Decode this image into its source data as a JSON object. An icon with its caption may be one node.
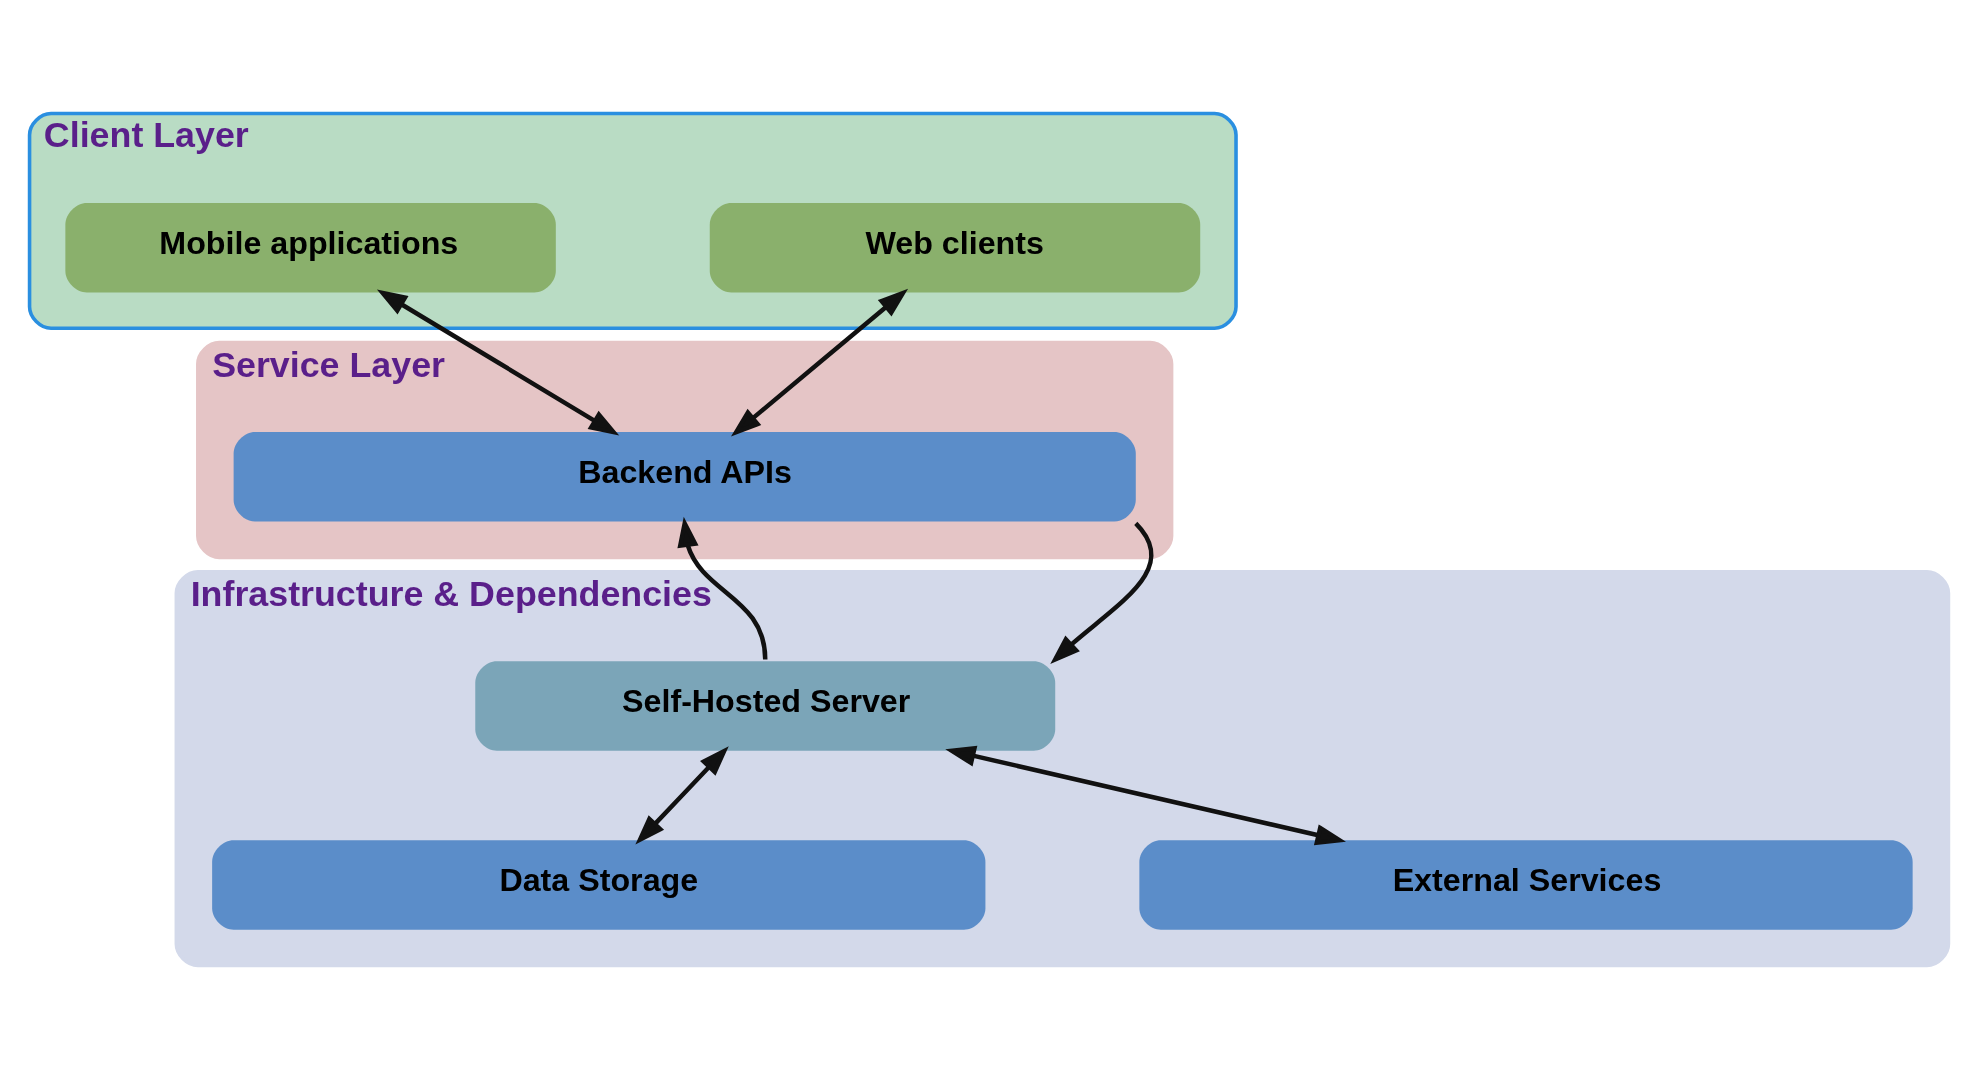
{
  "diagram": {
    "nodes": [
      {
        "text": [
          "Client Layer"
        ]
      },
      {
        "text": [
          "Mobile applications"
        ],
        "in": 0
      },
      {
        "text": [
          "Web clients"
        ],
        "in": 0
      },
      {
        "text": [
          "Service Layer"
        ]
      },
      {
        "text": [
          "Backend APIs"
        ],
        "in": 3
      },
      {
        "text": [
          "Infrastructure & Dependencies"
        ]
      },
      {
        "text": [
          "Self-Hosted Server"
        ],
        "in": 5
      },
      {
        "text": [
          "Data Storage"
        ],
        "in": 5
      },
      {
        "text": [
          "External Services"
        ],
        "in": 5
      }
    ],
    "edges": [
      {
        "from": 1,
        "to": 4,
        "arrow": "both"
      },
      {
        "from": 2,
        "to": 4,
        "arrow": "both"
      },
      {
        "from": 4,
        "to": 6,
        "arrow": "to"
      },
      {
        "from": 6,
        "to": 4,
        "arrow": "to"
      },
      {
        "from": 6,
        "to": 7,
        "arrow": "both"
      },
      {
        "from": 6,
        "to": 8,
        "arrow": "both"
      }
    ]
  }
}
